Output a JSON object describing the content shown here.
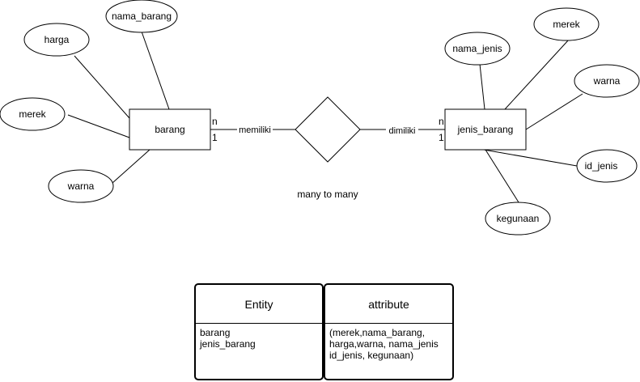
{
  "entities": {
    "barang": "barang",
    "jenis_barang": "jenis_barang"
  },
  "attributes": {
    "barang": [
      "nama_barang",
      "harga",
      "merek",
      "warna"
    ],
    "jenis_barang": [
      "nama_jenis",
      "merek",
      "warna",
      "id_jenis",
      "kegunaan"
    ]
  },
  "relationship": {
    "left_label": "memiliki",
    "right_label": "dimiliki",
    "left_card_top": "n",
    "left_card_bottom": "1",
    "right_card_top": "n",
    "right_card_bottom": "1",
    "note": "many to many"
  },
  "legend": {
    "entity": {
      "header": "Entity",
      "lines": [
        "barang",
        "jenis_barang"
      ]
    },
    "attribute": {
      "header": "attribute",
      "lines": [
        "(merek,nama_barang,",
        "harga,warna, nama_jenis",
        "id_jenis, kegunaan)"
      ]
    }
  }
}
